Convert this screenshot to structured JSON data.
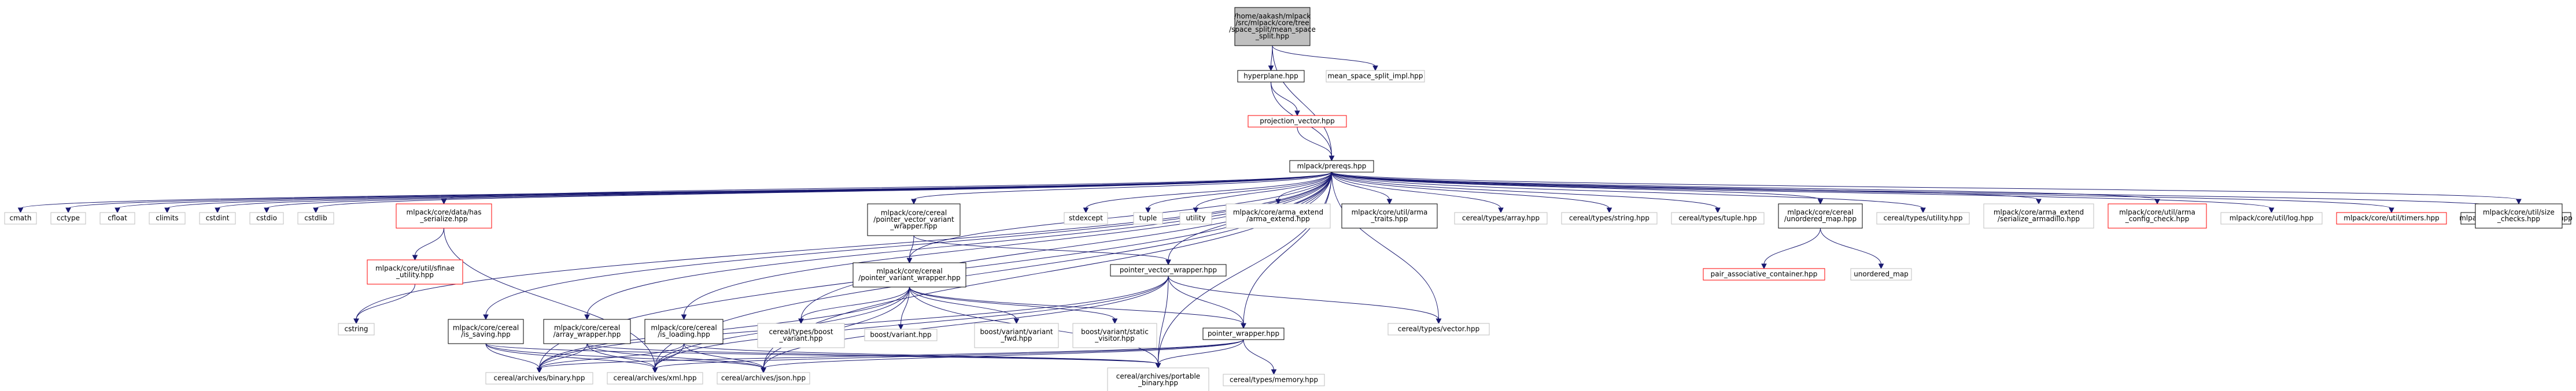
{
  "colors": {
    "edge": "#191970",
    "normal_border": "#000000",
    "undocumented_border": "#bfbfbf",
    "truncated_border": "#ff0000",
    "root_fill": "#bfbfbf",
    "node_fill": "#ffffff",
    "text": "#000000"
  },
  "nodes": [
    {
      "id": "root",
      "lines": [
        "/home/aakash/mlpack",
        "/src/mlpack/core/tree",
        "/space_split/mean_space",
        "_split.hpp"
      ],
      "kind": "root"
    },
    {
      "id": "hyperplane",
      "lines": [
        "hyperplane.hpp"
      ],
      "kind": "normal"
    },
    {
      "id": "mean_impl",
      "lines": [
        "mean_space_split_impl.hpp"
      ],
      "kind": "undocumented"
    },
    {
      "id": "projection",
      "lines": [
        "projection_vector.hpp"
      ],
      "kind": "truncated"
    },
    {
      "id": "prereqs",
      "lines": [
        "mlpack/prereqs.hpp"
      ],
      "kind": "normal"
    },
    {
      "id": "cmath",
      "lines": [
        "cmath"
      ],
      "kind": "undocumented"
    },
    {
      "id": "cctype",
      "lines": [
        "cctype"
      ],
      "kind": "undocumented"
    },
    {
      "id": "cfloat",
      "lines": [
        "cfloat"
      ],
      "kind": "undocumented"
    },
    {
      "id": "climits",
      "lines": [
        "climits"
      ],
      "kind": "undocumented"
    },
    {
      "id": "cstdint",
      "lines": [
        "cstdint"
      ],
      "kind": "undocumented"
    },
    {
      "id": "cstdio",
      "lines": [
        "cstdio"
      ],
      "kind": "undocumented"
    },
    {
      "id": "cstdlib",
      "lines": [
        "cstdlib"
      ],
      "kind": "undocumented"
    },
    {
      "id": "has_serialize",
      "lines": [
        "mlpack/core/data/has",
        "_serialize.hpp"
      ],
      "kind": "truncated"
    },
    {
      "id": "sfinae",
      "lines": [
        "mlpack/core/util/sfinae",
        "_utility.hpp"
      ],
      "kind": "truncated"
    },
    {
      "id": "cstring",
      "lines": [
        "cstring"
      ],
      "kind": "undocumented"
    },
    {
      "id": "is_saving",
      "lines": [
        "mlpack/core/cereal",
        "/is_saving.hpp"
      ],
      "kind": "normal"
    },
    {
      "id": "array_wrapper",
      "lines": [
        "mlpack/core/cereal",
        "/array_wrapper.hpp"
      ],
      "kind": "normal"
    },
    {
      "id": "is_loading",
      "lines": [
        "mlpack/core/cereal",
        "/is_loading.hpp"
      ],
      "kind": "normal"
    },
    {
      "id": "ptr_vec_variant",
      "lines": [
        "mlpack/core/cereal",
        "/pointer_vector_variant",
        "_wrapper.hpp"
      ],
      "kind": "normal"
    },
    {
      "id": "ptr_variant",
      "lines": [
        "mlpack/core/cereal",
        "/pointer_variant_wrapper.hpp"
      ],
      "kind": "normal"
    },
    {
      "id": "boost_variant_cereal",
      "lines": [
        "cereal/types/boost",
        "_variant.hpp"
      ],
      "kind": "undocumented"
    },
    {
      "id": "boost_variant",
      "lines": [
        "boost/variant.hpp"
      ],
      "kind": "undocumented"
    },
    {
      "id": "variant_fwd",
      "lines": [
        "boost/variant/variant",
        "_fwd.hpp"
      ],
      "kind": "undocumented"
    },
    {
      "id": "static_visitor",
      "lines": [
        "boost/variant/static",
        "_visitor.hpp"
      ],
      "kind": "undocumented"
    },
    {
      "id": "ptr_vec_wrapper",
      "lines": [
        "pointer_vector_wrapper.hpp"
      ],
      "kind": "normal"
    },
    {
      "id": "ptr_wrapper",
      "lines": [
        "pointer_wrapper.hpp"
      ],
      "kind": "normal"
    },
    {
      "id": "binary",
      "lines": [
        "cereal/archives/binary.hpp"
      ],
      "kind": "undocumented"
    },
    {
      "id": "xml",
      "lines": [
        "cereal/archives/xml.hpp"
      ],
      "kind": "undocumented"
    },
    {
      "id": "json",
      "lines": [
        "cereal/archives/json.hpp"
      ],
      "kind": "undocumented"
    },
    {
      "id": "portable",
      "lines": [
        "cereal/archives/portable",
        "_binary.hpp"
      ],
      "kind": "undocumented"
    },
    {
      "id": "memory",
      "lines": [
        "cereal/types/memory.hpp"
      ],
      "kind": "undocumented"
    },
    {
      "id": "vector",
      "lines": [
        "cereal/types/vector.hpp"
      ],
      "kind": "undocumented"
    },
    {
      "id": "stdexcept",
      "lines": [
        "stdexcept"
      ],
      "kind": "undocumented"
    },
    {
      "id": "tuple",
      "lines": [
        "tuple"
      ],
      "kind": "undocumented"
    },
    {
      "id": "utility",
      "lines": [
        "utility"
      ],
      "kind": "undocumented"
    },
    {
      "id": "arma_extend",
      "lines": [
        "mlpack/core/arma_extend",
        "/arma_extend.hpp"
      ],
      "kind": "undocumented"
    },
    {
      "id": "arma_traits",
      "lines": [
        "mlpack/core/util/arma",
        "_traits.hpp"
      ],
      "kind": "normal"
    },
    {
      "id": "array",
      "lines": [
        "cereal/types/array.hpp"
      ],
      "kind": "undocumented"
    },
    {
      "id": "string",
      "lines": [
        "cereal/types/string.hpp"
      ],
      "kind": "undocumented"
    },
    {
      "id": "tuple_cereal",
      "lines": [
        "cereal/types/tuple.hpp"
      ],
      "kind": "undocumented"
    },
    {
      "id": "unordered_map_cereal",
      "lines": [
        "mlpack/core/cereal",
        "/unordered_map.hpp"
      ],
      "kind": "normal"
    },
    {
      "id": "pair_assoc",
      "lines": [
        "pair_associative_container.hpp"
      ],
      "kind": "truncated"
    },
    {
      "id": "unordered_map",
      "lines": [
        "unordered_map"
      ],
      "kind": "undocumented"
    },
    {
      "id": "utility_cereal",
      "lines": [
        "cereal/types/utility.hpp"
      ],
      "kind": "undocumented"
    },
    {
      "id": "serialize_armadillo",
      "lines": [
        "mlpack/core/arma_extend",
        "/serialize_armadillo.hpp"
      ],
      "kind": "undocumented"
    },
    {
      "id": "config_check",
      "lines": [
        "mlpack/core/util/arma",
        "_config_check.hpp"
      ],
      "kind": "truncated"
    },
    {
      "id": "log",
      "lines": [
        "mlpack/core/util/log.hpp"
      ],
      "kind": "undocumented"
    },
    {
      "id": "timers",
      "lines": [
        "mlpack/core/util/timers.hpp"
      ],
      "kind": "truncated"
    },
    {
      "id": "deprecated",
      "lines": [
        "mlpack/core/util/deprecated.hpp"
      ],
      "kind": "normal"
    },
    {
      "id": "size_checks",
      "lines": [
        "mlpack/core/util/size",
        "_checks.hpp"
      ],
      "kind": "normal"
    }
  ],
  "edges": [
    [
      "root",
      "hyperplane"
    ],
    [
      "root",
      "mean_impl"
    ],
    [
      "root",
      "prereqs"
    ],
    [
      "hyperplane",
      "projection"
    ],
    [
      "hyperplane",
      "prereqs"
    ],
    [
      "projection",
      "prereqs"
    ],
    [
      "prereqs",
      "cmath"
    ],
    [
      "prereqs",
      "cctype"
    ],
    [
      "prereqs",
      "cfloat"
    ],
    [
      "prereqs",
      "climits"
    ],
    [
      "prereqs",
      "cstdint"
    ],
    [
      "prereqs",
      "cstdio"
    ],
    [
      "prereqs",
      "cstdlib"
    ],
    [
      "prereqs",
      "has_serialize"
    ],
    [
      "prereqs",
      "cstring"
    ],
    [
      "prereqs",
      "is_saving"
    ],
    [
      "prereqs",
      "array_wrapper"
    ],
    [
      "prereqs",
      "is_loading"
    ],
    [
      "prereqs",
      "ptr_vec_variant"
    ],
    [
      "prereqs",
      "ptr_variant"
    ],
    [
      "prereqs",
      "boost_variant_cereal"
    ],
    [
      "prereqs",
      "ptr_vec_wrapper"
    ],
    [
      "prereqs",
      "ptr_wrapper"
    ],
    [
      "prereqs",
      "binary"
    ],
    [
      "prereqs",
      "xml"
    ],
    [
      "prereqs",
      "json"
    ],
    [
      "prereqs",
      "portable"
    ],
    [
      "prereqs",
      "vector"
    ],
    [
      "prereqs",
      "stdexcept"
    ],
    [
      "prereqs",
      "tuple"
    ],
    [
      "prereqs",
      "utility"
    ],
    [
      "prereqs",
      "arma_extend"
    ],
    [
      "prereqs",
      "arma_traits"
    ],
    [
      "prereqs",
      "array"
    ],
    [
      "prereqs",
      "string"
    ],
    [
      "prereqs",
      "tuple_cereal"
    ],
    [
      "prereqs",
      "unordered_map_cereal"
    ],
    [
      "prereqs",
      "utility_cereal"
    ],
    [
      "prereqs",
      "serialize_armadillo"
    ],
    [
      "prereqs",
      "config_check"
    ],
    [
      "prereqs",
      "log"
    ],
    [
      "prereqs",
      "timers"
    ],
    [
      "prereqs",
      "deprecated"
    ],
    [
      "prereqs",
      "size_checks"
    ],
    [
      "has_serialize",
      "sfinae"
    ],
    [
      "has_serialize",
      "xml"
    ],
    [
      "sfinae",
      "cstring"
    ],
    [
      "is_saving",
      "binary"
    ],
    [
      "is_saving",
      "xml"
    ],
    [
      "is_saving",
      "json"
    ],
    [
      "is_saving",
      "portable"
    ],
    [
      "array_wrapper",
      "binary"
    ],
    [
      "array_wrapper",
      "xml"
    ],
    [
      "array_wrapper",
      "json"
    ],
    [
      "array_wrapper",
      "portable"
    ],
    [
      "is_loading",
      "binary"
    ],
    [
      "is_loading",
      "xml"
    ],
    [
      "is_loading",
      "json"
    ],
    [
      "is_loading",
      "portable"
    ],
    [
      "ptr_vec_variant",
      "ptr_variant"
    ],
    [
      "ptr_vec_variant",
      "ptr_vec_wrapper"
    ],
    [
      "ptr_variant",
      "boost_variant_cereal"
    ],
    [
      "ptr_variant",
      "boost_variant"
    ],
    [
      "ptr_variant",
      "variant_fwd"
    ],
    [
      "ptr_variant",
      "static_visitor"
    ],
    [
      "ptr_variant",
      "ptr_wrapper"
    ],
    [
      "ptr_variant",
      "binary"
    ],
    [
      "ptr_variant",
      "xml"
    ],
    [
      "ptr_variant",
      "json"
    ],
    [
      "ptr_variant",
      "portable"
    ],
    [
      "ptr_vec_wrapper",
      "ptr_wrapper"
    ],
    [
      "ptr_vec_wrapper",
      "vector"
    ],
    [
      "ptr_vec_wrapper",
      "binary"
    ],
    [
      "ptr_vec_wrapper",
      "xml"
    ],
    [
      "ptr_vec_wrapper",
      "json"
    ],
    [
      "ptr_vec_wrapper",
      "portable"
    ],
    [
      "ptr_wrapper",
      "memory"
    ],
    [
      "ptr_wrapper",
      "binary"
    ],
    [
      "ptr_wrapper",
      "xml"
    ],
    [
      "ptr_wrapper",
      "json"
    ],
    [
      "ptr_wrapper",
      "portable"
    ],
    [
      "unordered_map_cereal",
      "pair_assoc"
    ],
    [
      "unordered_map_cereal",
      "unordered_map"
    ]
  ]
}
